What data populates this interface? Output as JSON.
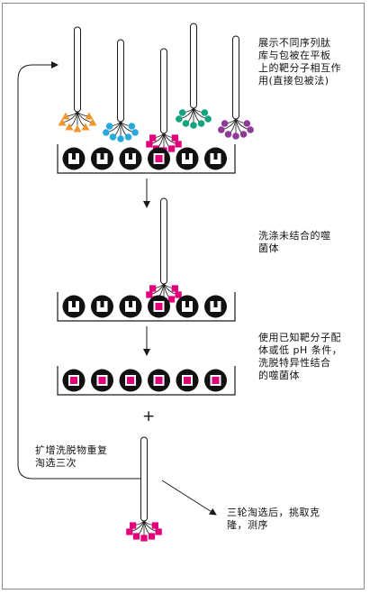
{
  "steps": {
    "step1": "展示不同序列肽\n库与包被在平板\n上的靶分子相互作\n用(直接包被法)",
    "step2": "洗涤未结合的噬\n菌体",
    "step3": "使用已知靶分子配\n体或低 pH 条件，\n洗脱特异性结合\n的噬菌体",
    "step4": "扩增洗脱物重复\n淘选三次",
    "step5": "三轮淘选后，挑取克\n隆，测序"
  },
  "symbols": {
    "plus": "+"
  },
  "colors": {
    "magenta": "#e0007a",
    "orange": "#f0962e",
    "cyan": "#2aa9de",
    "teal": "#14a37f",
    "purple": "#8e3a97",
    "line": "#1a1a1a",
    "frame": "#8a8a8a"
  },
  "legend_shapes": [
    "triangle",
    "circle",
    "square"
  ]
}
